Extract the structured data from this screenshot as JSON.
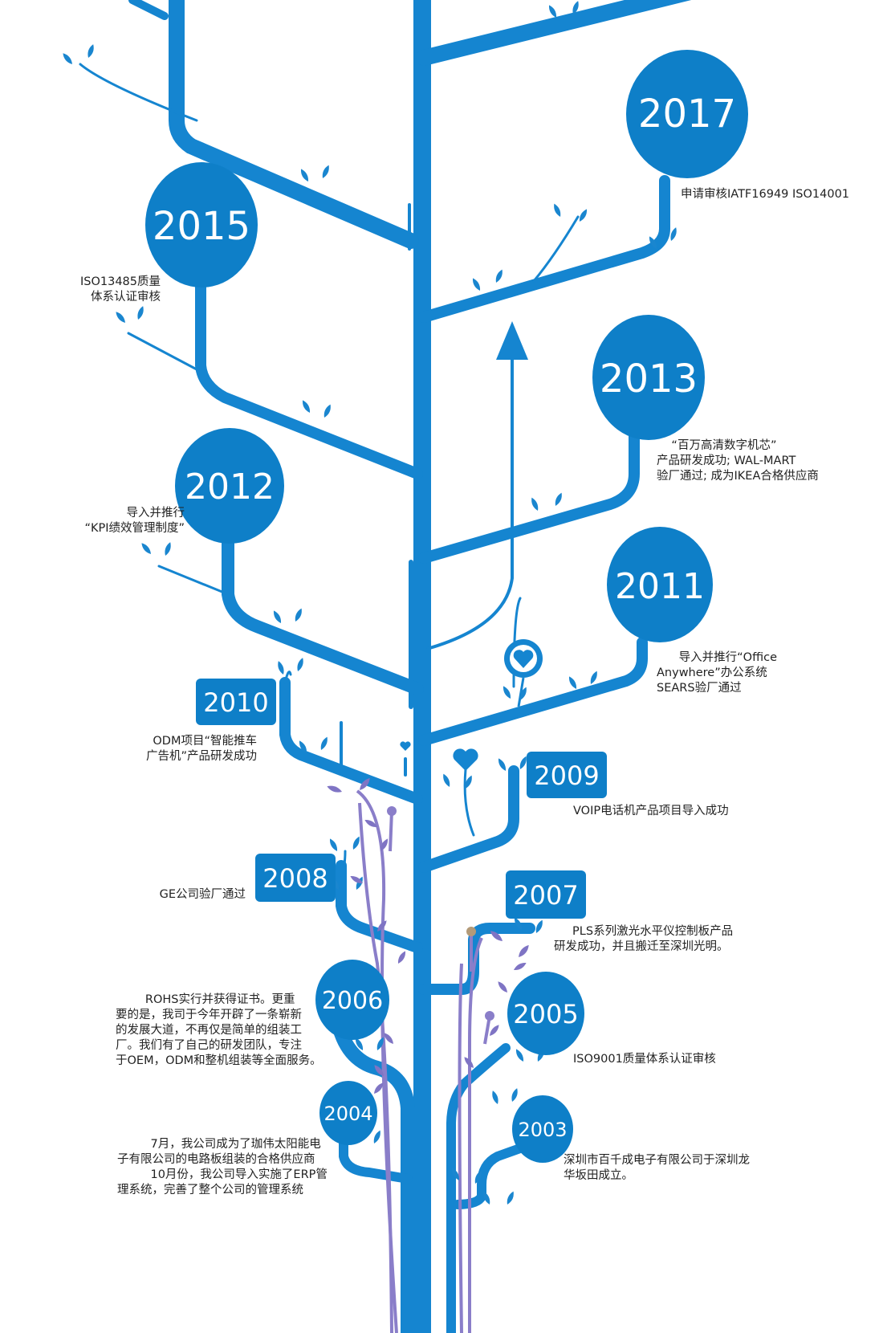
{
  "colors": {
    "branch": "#1585d0",
    "circle": "#0e7fc8",
    "leaf": "#1a86cf",
    "vine": "#8a7ec9",
    "vine_leaf": "#7f74c4",
    "bud": "#b39a78",
    "text": "#222222"
  },
  "milestones": [
    {
      "year": "2017",
      "text": "申请审核IATF16949 ISO14001"
    },
    {
      "year": "2015",
      "text": "ISO13485质量\n体系认证审核"
    },
    {
      "year": "2013",
      "text": "    “百万高清数字机芯”\n产品研发成功; WAL-MART\n验厂通过; 成为IKEA合格供应商"
    },
    {
      "year": "2012",
      "text": "导入并推行\n“KPI绩效管理制度”"
    },
    {
      "year": "2011",
      "text": "      导入并推行“Office\nAnywhere”办公系统\nSEARS验厂通过"
    },
    {
      "year": "2010",
      "text": "ODM项目“智能推车\n广告机”产品研发成功"
    },
    {
      "year": "2009",
      "text": "VOIP电话机产品项目导入成功"
    },
    {
      "year": "2008",
      "text": "GE公司验厂通过"
    },
    {
      "year": "2007",
      "text": "     PLS系列激光水平仪控制板产品\n研发成功，并且搬迁至深圳光明。"
    },
    {
      "year": "2006",
      "text": "        ROHS实行并获得证书。更重\n要的是，我司于今年开辟了一条崭新\n的发展大道，不再仅是简单的组装工\n厂。我们有了自己的研发团队，专注\n于OEM，ODM和整机组装等全面服务。"
    },
    {
      "year": "2005",
      "text": "ISO9001质量体系认证审核"
    },
    {
      "year": "2004",
      "text": "         7月，我公司成为了珈伟太阳能电\n子有限公司的电路板组装的合格供应商\n         10月份，我公司导入实施了ERP管\n理系统，完善了整个公司的管理系统"
    },
    {
      "year": "2003",
      "text": "深圳市百千成电子有限公司于深圳龙\n华坂田成立。"
    }
  ]
}
